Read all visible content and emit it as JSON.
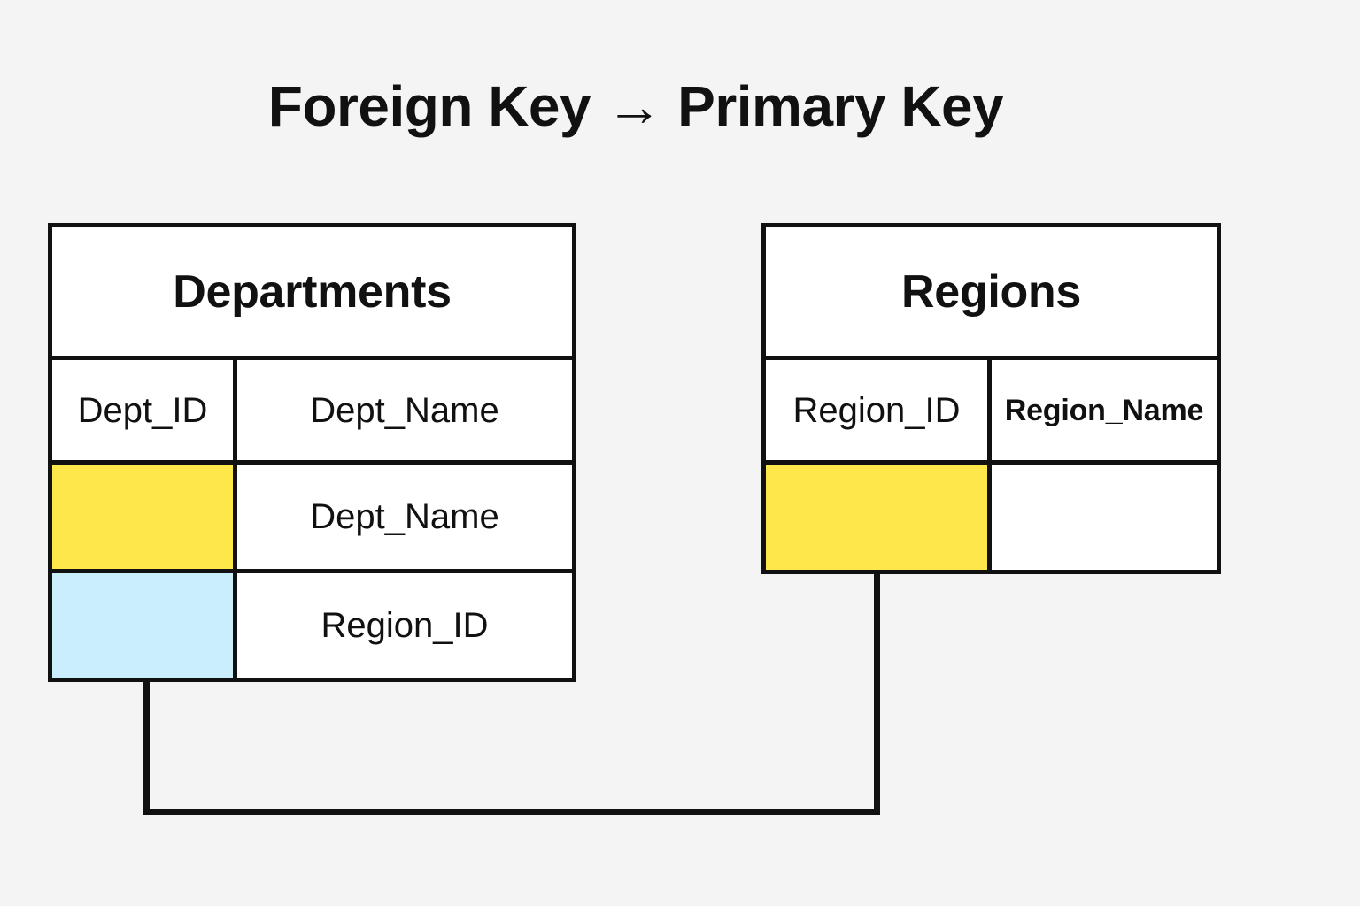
{
  "title": "Foreign Key → Primary Key",
  "colors": {
    "background": "#f4f4f5",
    "stroke": "#111111",
    "primary_key_fill": "#fde74a",
    "foreign_key_fill": "#cbeefc",
    "table_fill": "#ffffff"
  },
  "tables": [
    {
      "name": "Departments",
      "columns": [
        {
          "header": "Dept_ID"
        },
        {
          "header": "Dept_Name"
        }
      ],
      "rows": [
        {
          "key_cell": {
            "value": "",
            "fill": "primary_key_fill",
            "role": "primary-key"
          },
          "attr_cell": {
            "value": "Dept_Name"
          }
        },
        {
          "key_cell": {
            "value": "",
            "fill": "foreign_key_fill",
            "role": "foreign-key"
          },
          "attr_cell": {
            "value": "Region_ID"
          }
        }
      ]
    },
    {
      "name": "Regions",
      "columns": [
        {
          "header": "Region_ID"
        },
        {
          "header": "Region_Name"
        }
      ],
      "rows": [
        {
          "key_cell": {
            "value": "",
            "fill": "primary_key_fill",
            "role": "primary-key"
          },
          "attr_cell": {
            "value": ""
          }
        }
      ]
    }
  ],
  "relationship": {
    "from_table": "Departments",
    "from_column": "Region_ID",
    "to_table": "Regions",
    "to_column": "Region_ID",
    "type": "foreign-key-to-primary-key"
  }
}
